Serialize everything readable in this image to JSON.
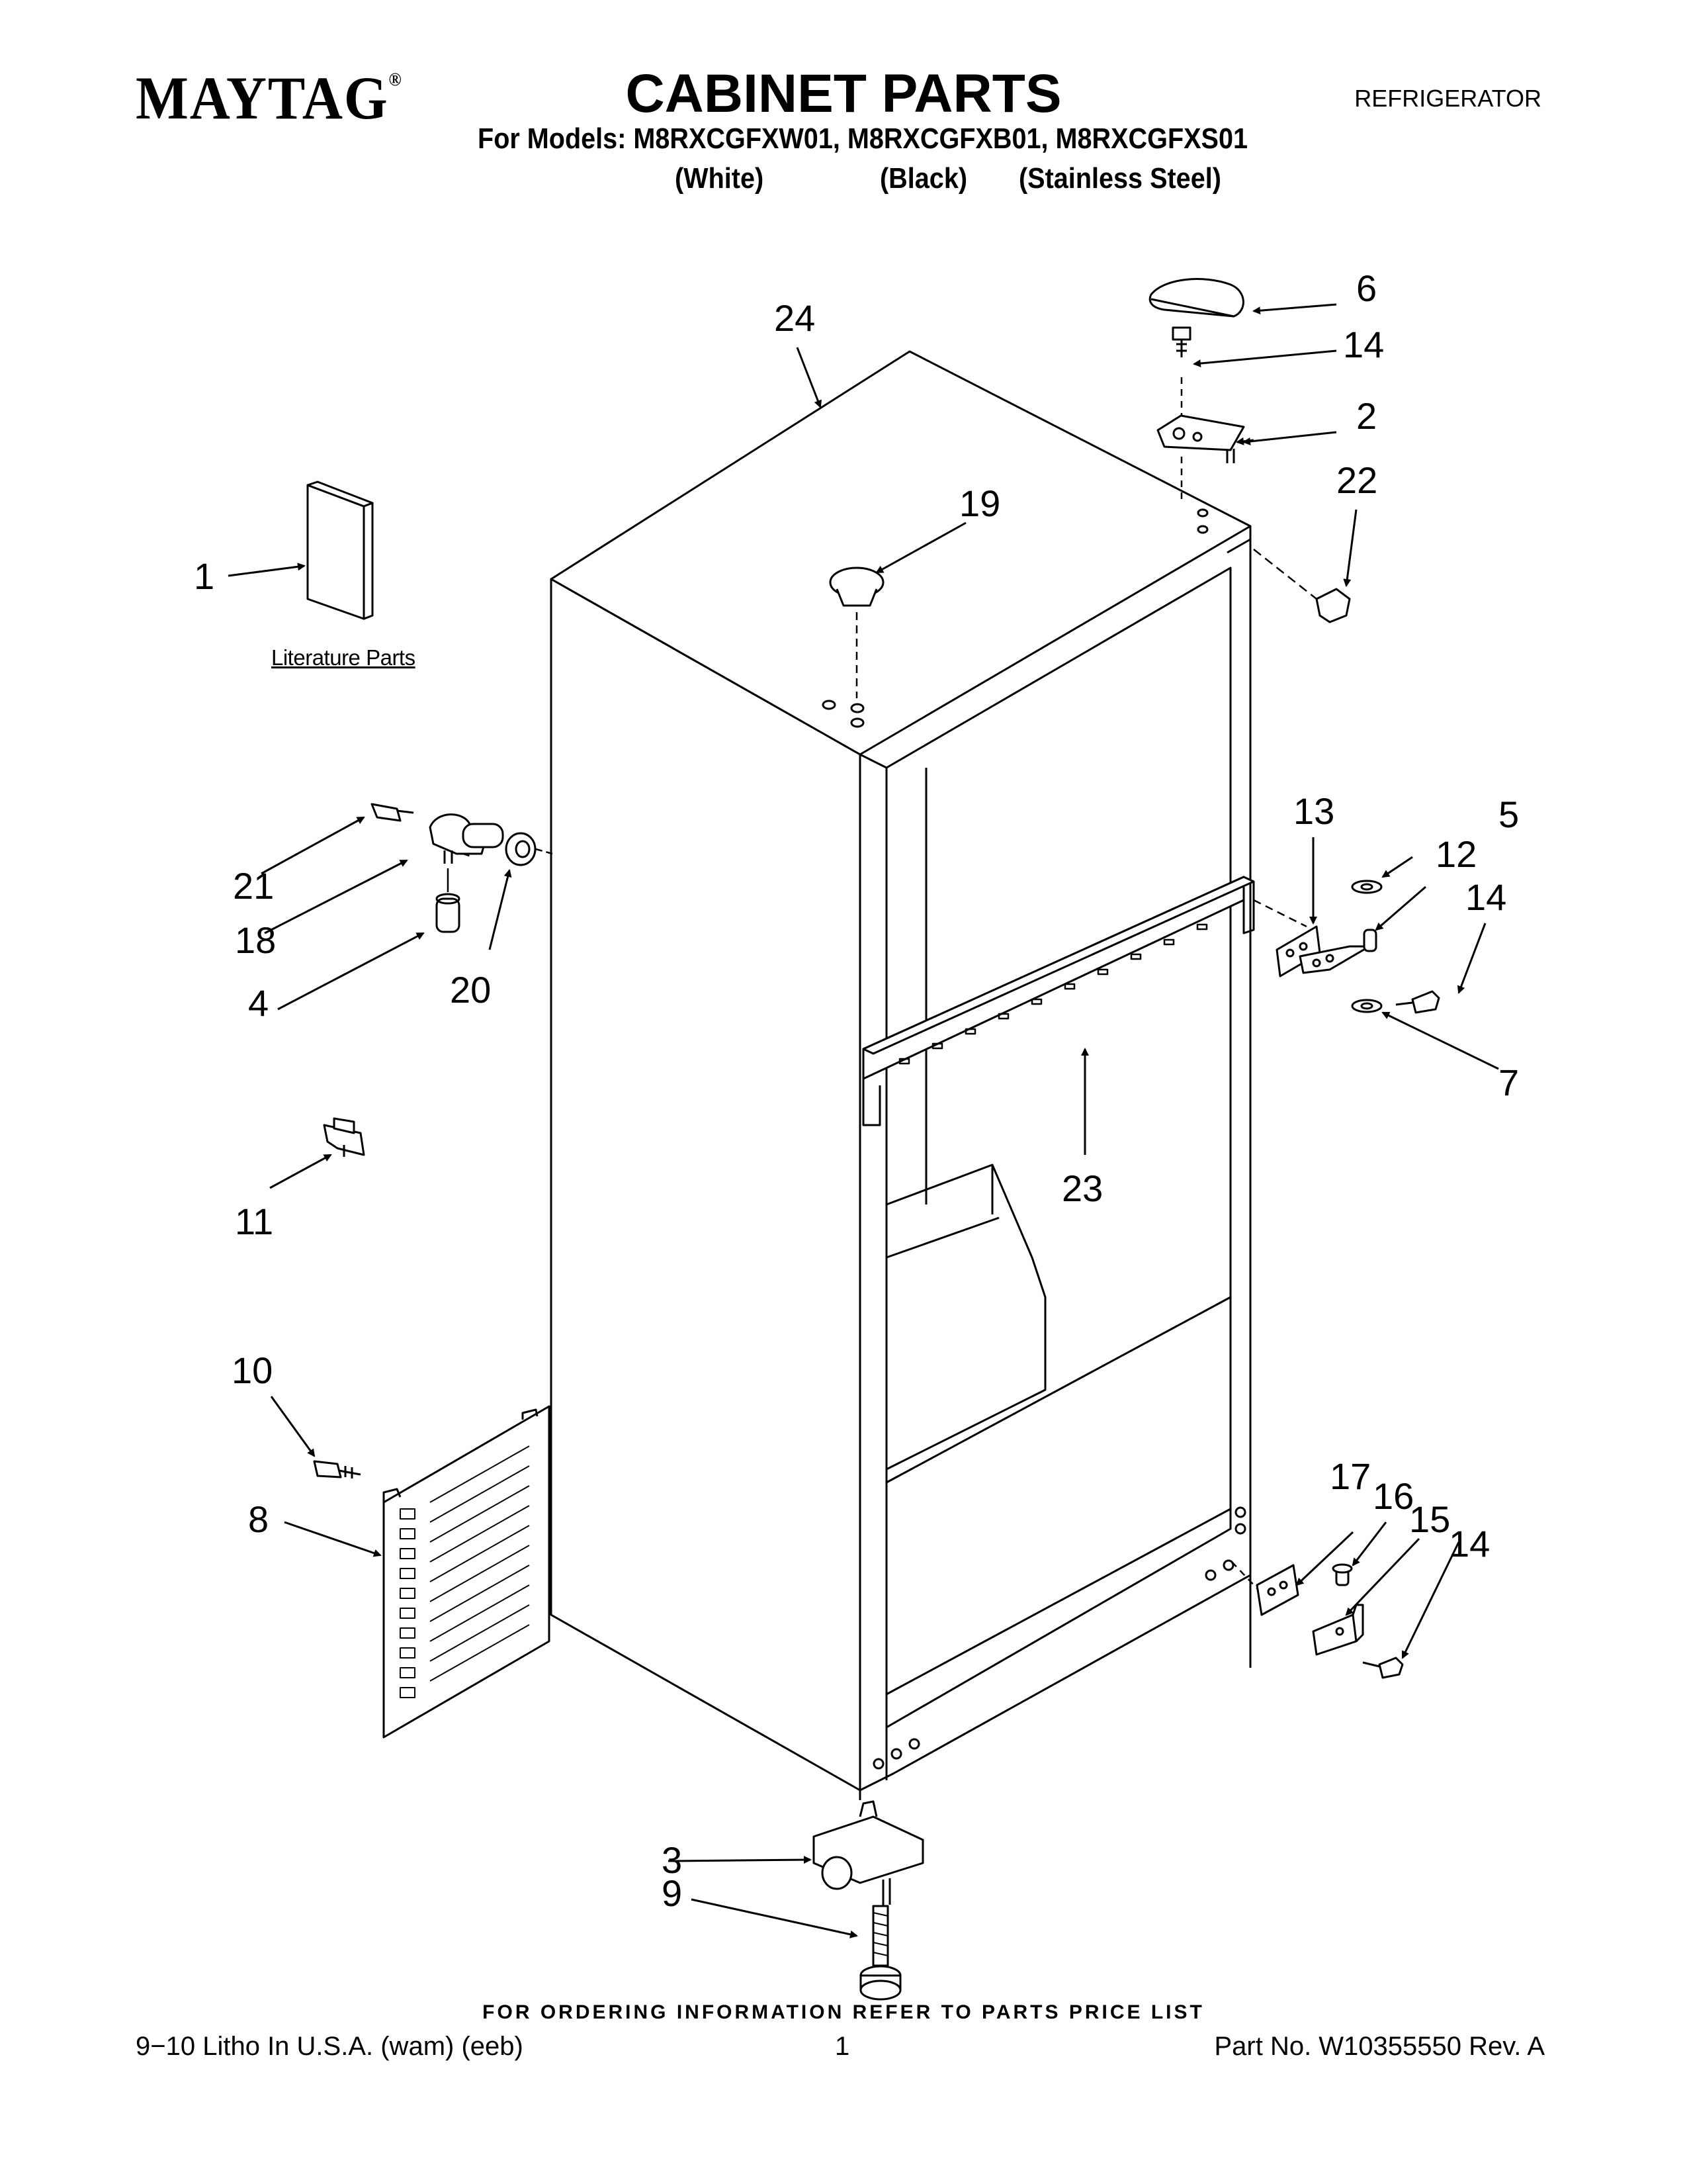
{
  "header": {
    "brand": "MAYTAG",
    "brand_mark": "®",
    "title": "CABINET PARTS",
    "category": "REFRIGERATOR",
    "models_line": "For Models: M8RXCGFXW01, M8RXCGFXB01, M8RXCGFXS01",
    "color_white": "(White)",
    "color_black": "(Black)",
    "color_stainless": "(Stainless Steel)"
  },
  "diagram": {
    "literature_label": "Literature Parts",
    "callouts": {
      "p1": "1",
      "p2": "2",
      "p3": "3",
      "p4": "4",
      "p5": "5",
      "p6": "6",
      "p7": "7",
      "p8": "8",
      "p9": "9",
      "p10": "10",
      "p11": "11",
      "p12": "12",
      "p13": "13",
      "p14a": "14",
      "p14b": "14",
      "p14c": "14",
      "p15": "15",
      "p16": "16",
      "p17": "17",
      "p18": "18",
      "p19": "19",
      "p20": "20",
      "p21": "21",
      "p22": "22",
      "p23": "23",
      "p24": "24"
    }
  },
  "footer": {
    "ordering_note": "FOR ORDERING INFORMATION REFER TO PARTS PRICE LIST",
    "litho": "9−10 Litho In U.S.A. (wam) (eeb)",
    "page_number": "1",
    "part_number": "Part No. W10355550 Rev. A"
  }
}
